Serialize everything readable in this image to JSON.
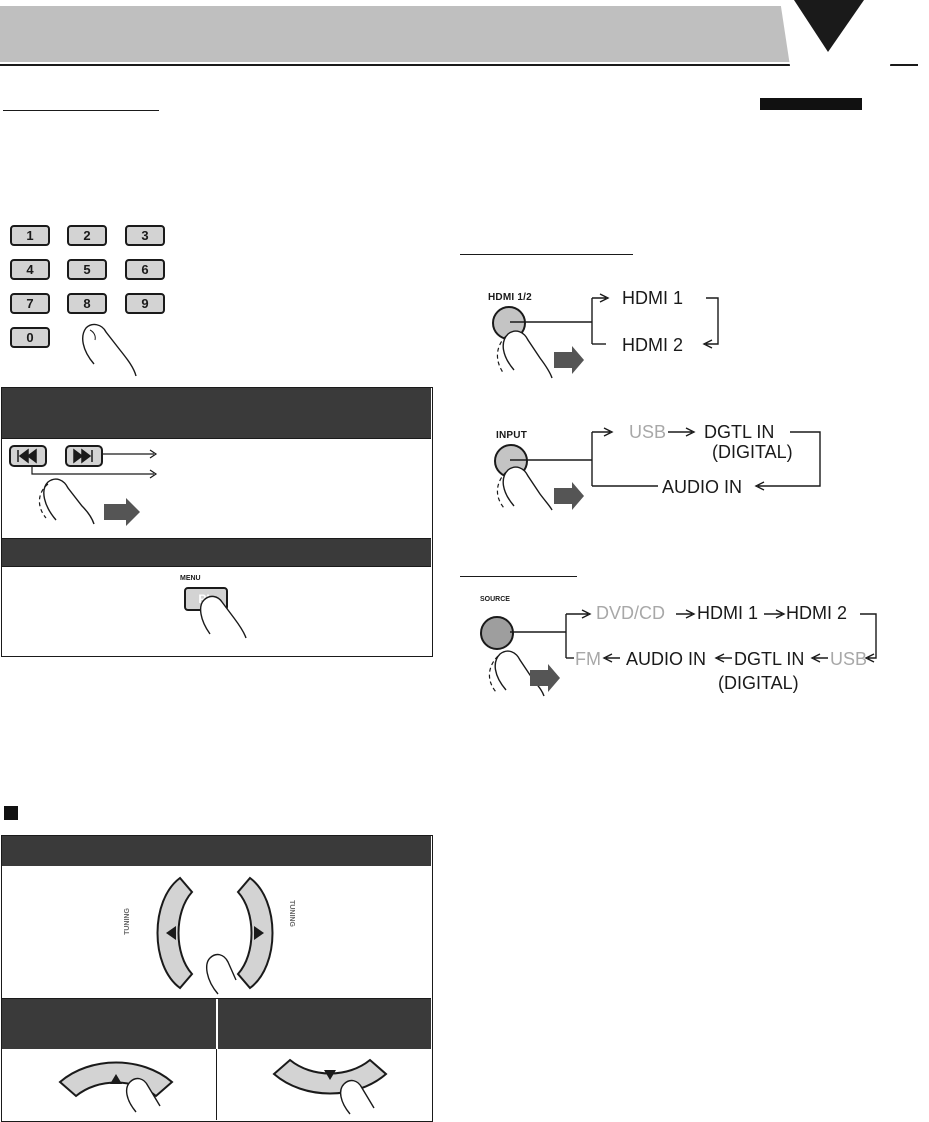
{
  "remote_buttons": {
    "hdmi": "HDMI 1/2",
    "input": "INPUT",
    "source": "SOURCE",
    "menu": "MENU",
    "pl": "PL"
  },
  "keypad": [
    "1",
    "2",
    "3",
    "4",
    "5",
    "6",
    "7",
    "8",
    "9",
    "0"
  ],
  "hdmi_flow": [
    "HDMI 1",
    "HDMI 2"
  ],
  "input_flow": {
    "usb": "USB",
    "dgtl_in": "DGTL IN",
    "digital": "(DIGITAL)",
    "audio_in": "AUDIO IN"
  },
  "source_flow": {
    "top": [
      "DVD/CD",
      "HDMI 1",
      "HDMI 2"
    ],
    "bottom": [
      "FM",
      "AUDIO IN",
      "DGTL IN",
      "USB"
    ],
    "digital": "(DIGITAL)"
  },
  "tuning": {
    "left": "TUNING",
    "right": "TUNING"
  },
  "colors": {
    "header": "#bfbfbf",
    "panel_head": "#3a3a3a",
    "button_grey": "#d3d3d3",
    "inactive_text": "#a8a8a8"
  }
}
